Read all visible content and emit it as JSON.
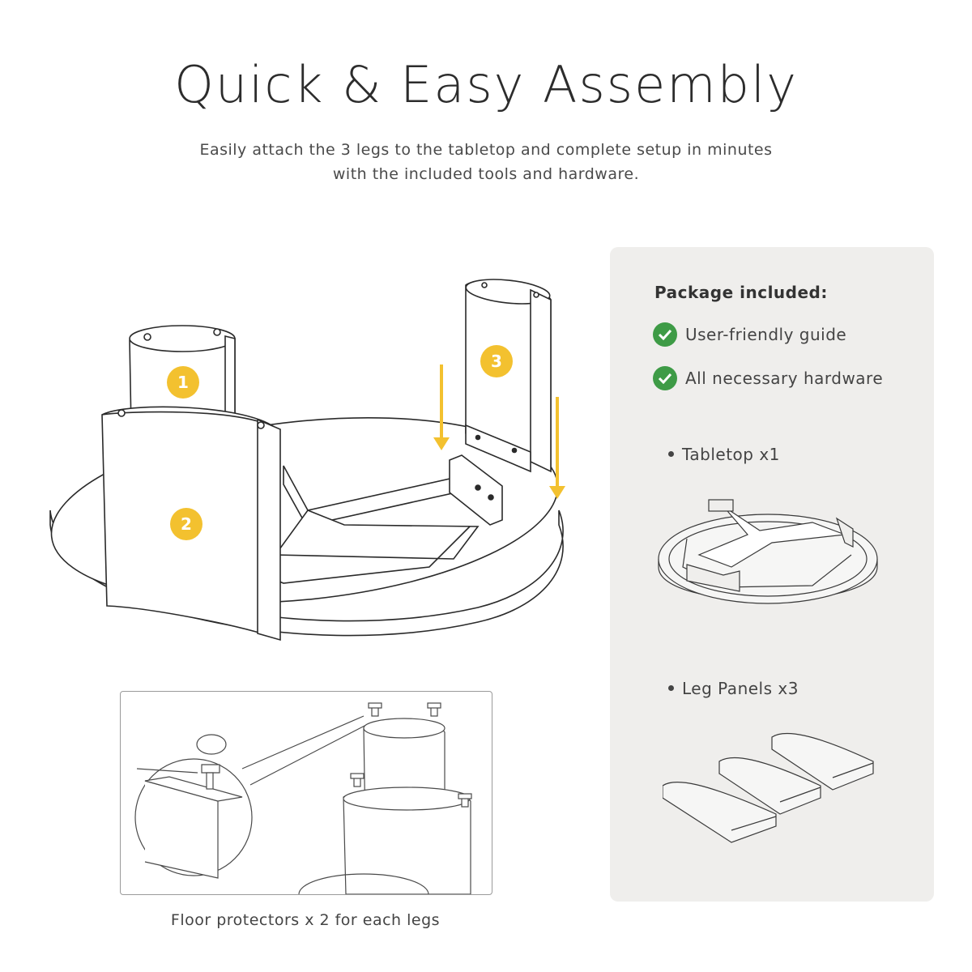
{
  "header": {
    "title": "Quick & Easy Assembly",
    "subtitle_line1": "Easily attach the 3 legs to the tabletop and complete setup in minutes",
    "subtitle_line2": "with the included tools and hardware."
  },
  "illustration": {
    "badges": [
      "1",
      "2",
      "3"
    ],
    "badge_color": "#f3c12f",
    "arrow_color": "#f3c12f"
  },
  "detail": {
    "caption": "Floor protectors x 2 for each legs"
  },
  "package": {
    "heading": "Package included:",
    "checks": [
      {
        "label": "User-friendly guide",
        "icon": "check-circle-icon"
      },
      {
        "label": "All necessary hardware",
        "icon": "check-circle-icon"
      }
    ],
    "items": [
      {
        "label": "Tabletop x1"
      },
      {
        "label": "Leg Panels x3"
      }
    ],
    "check_color": "#3e9b46",
    "panel_color": "#efeeec"
  }
}
